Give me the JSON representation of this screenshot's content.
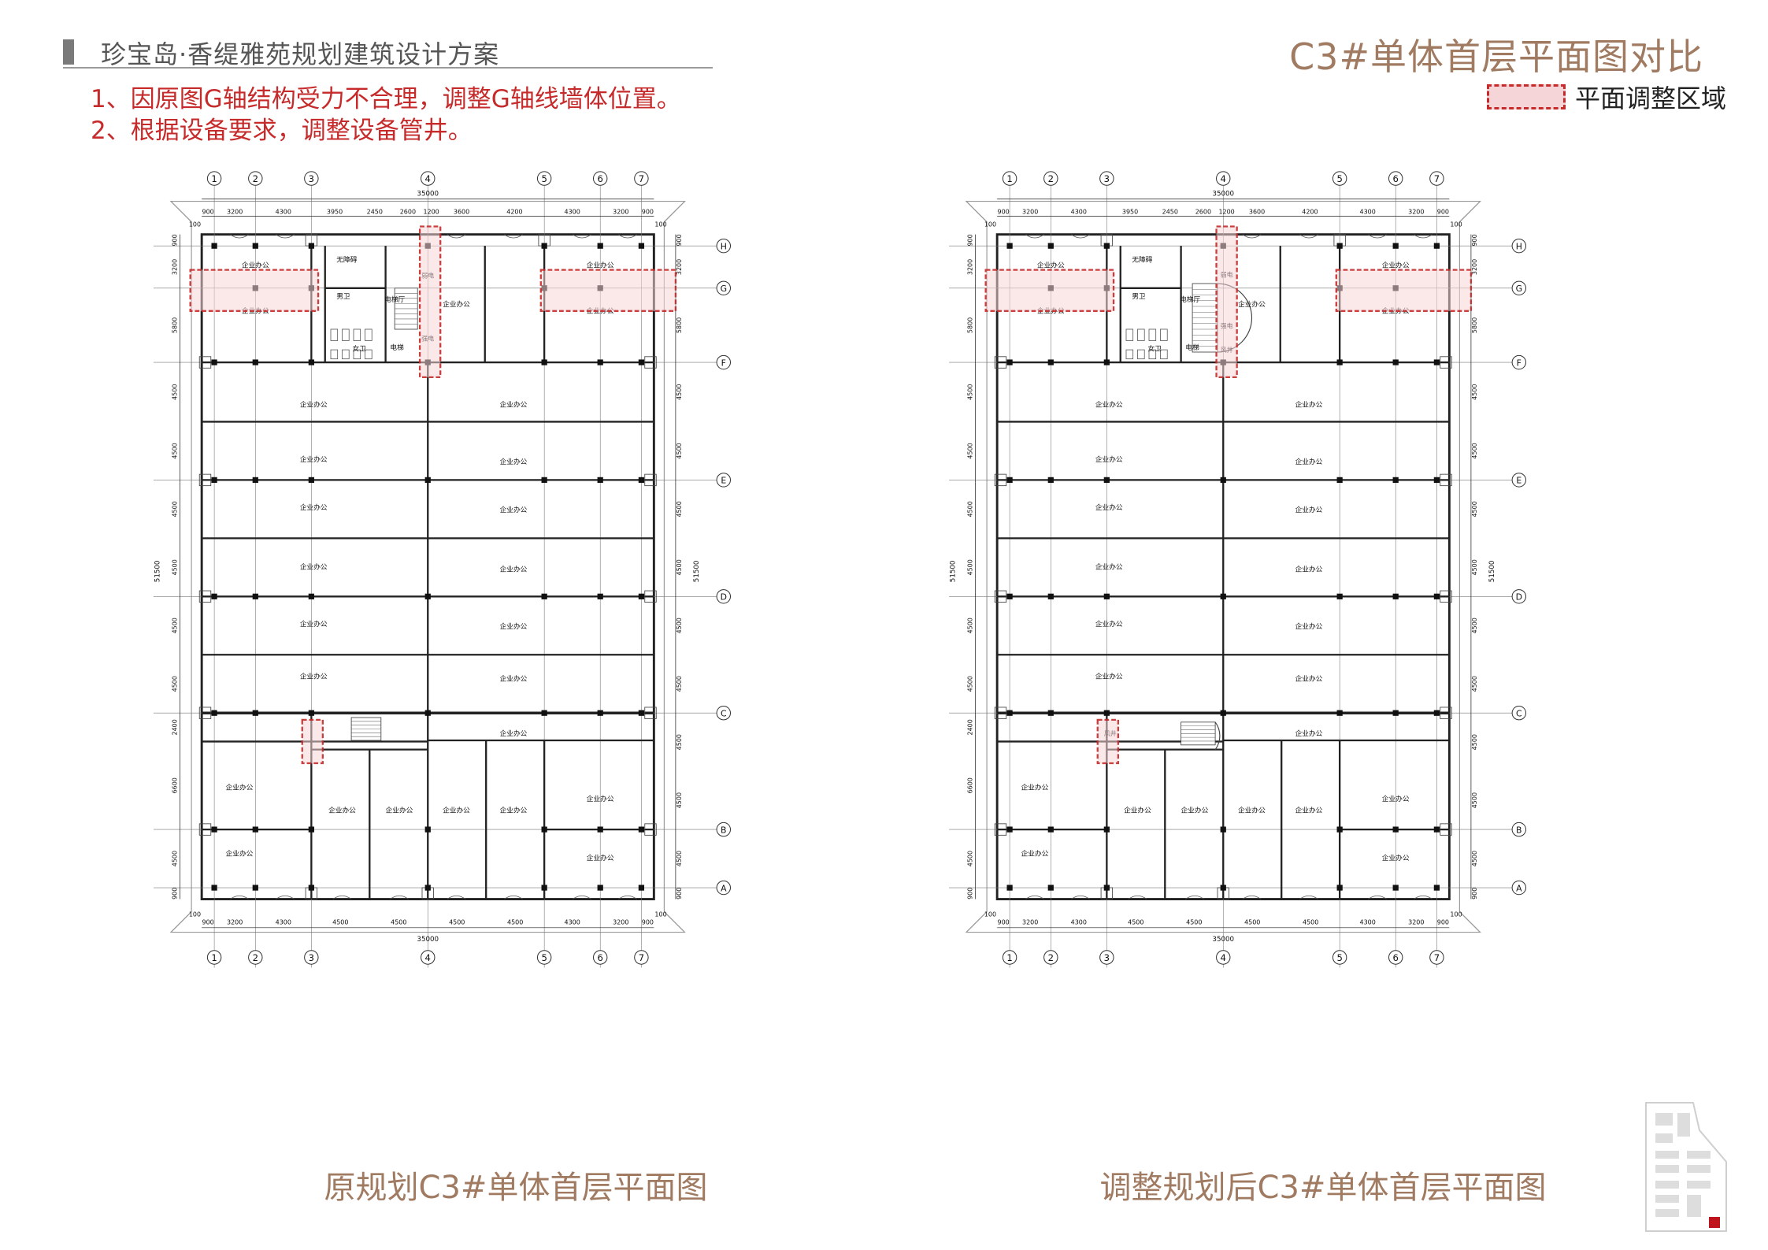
{
  "header": {
    "title": "珍宝岛·香缇雅苑规划建筑设计方案"
  },
  "page_title": "C3#单体首层平面图对比",
  "notes": [
    "1、因原图G轴结构受力不合理，调整G轴线墙体位置。",
    "2、根据设备要求，调整设备管井。"
  ],
  "legend": {
    "label": "平面调整区域",
    "fill": "#f6d5d8",
    "stroke": "#c62a2a"
  },
  "captions": {
    "left": "原规划C3#单体首层平面图",
    "right": "调整规划后C3#单体首层平面图"
  },
  "plan": {
    "col_axes": [
      "1",
      "2",
      "3",
      "4",
      "5",
      "6",
      "7"
    ],
    "row_axes": [
      "H",
      "G",
      "F",
      "E",
      "D",
      "C",
      "B",
      "A"
    ],
    "total_width": "35000",
    "total_length": "51500",
    "top_dims": [
      "900",
      "3200",
      "4300",
      "3950",
      "2450",
      "2600",
      "1200",
      "3600",
      "4200",
      "4300",
      "3200",
      "900"
    ],
    "bottom_dims": [
      "900",
      "3200",
      "4300",
      "4500",
      "4500",
      "4500",
      "4500",
      "4300",
      "3200",
      "900"
    ],
    "edge_offset": "100",
    "left_dims": [
      "900",
      "3200",
      "5800",
      "4500",
      "4500",
      "4500",
      "4500",
      "4500",
      "4500",
      "2400",
      "6600",
      "4500",
      "900"
    ],
    "right_dims": [
      "900",
      "3200",
      "5800",
      "4500",
      "4500",
      "4500",
      "4500",
      "4500",
      "4500",
      "4500",
      "4500",
      "4500",
      "900"
    ],
    "rooms": {
      "office": "企业办公",
      "accessible_wc": "无障碍",
      "mens_wc": "男卫",
      "womens_wc": "女卫",
      "elevator_hall": "电梯厅",
      "elevator": "电梯",
      "weak_current": "弱电",
      "strong_current": "强电",
      "air_shaft": "风井"
    }
  }
}
